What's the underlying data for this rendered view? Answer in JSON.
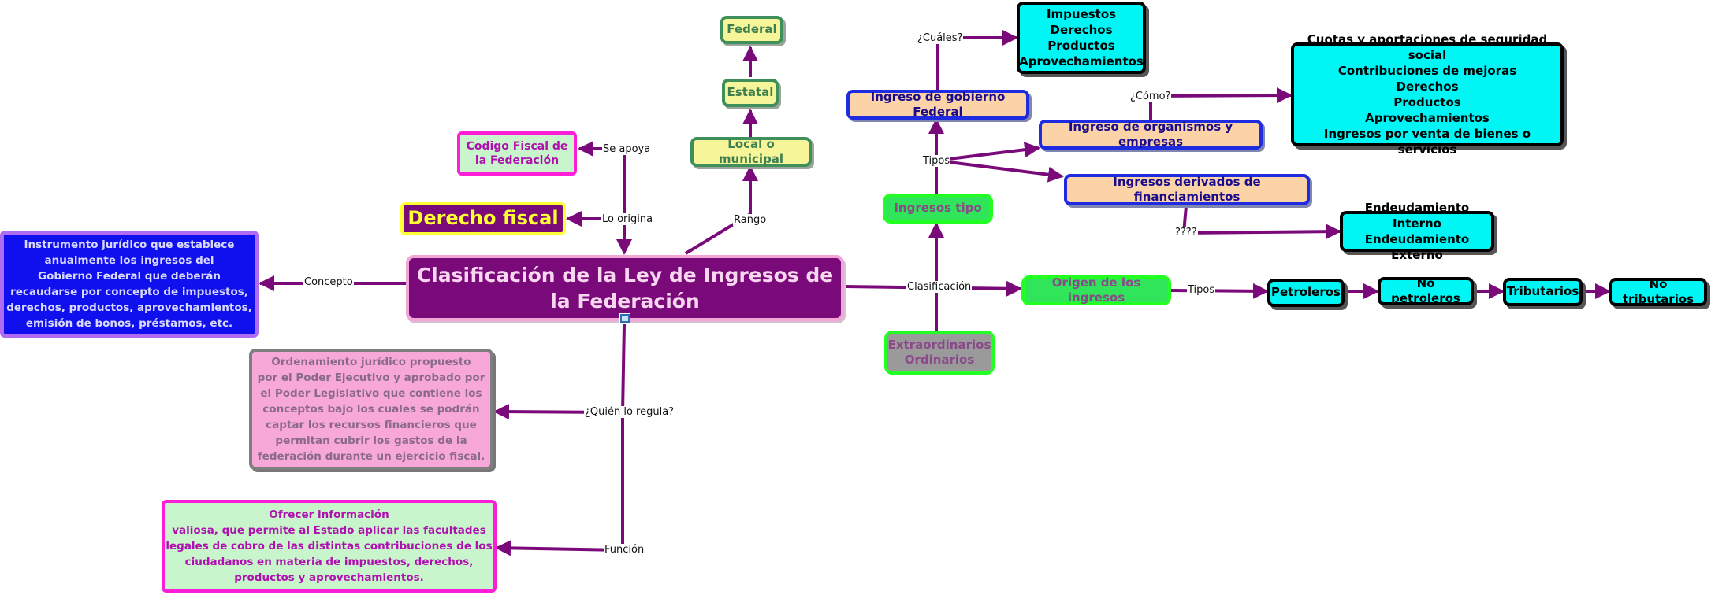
{
  "central": {
    "title": "Clasificación de la Ley de Ingresos de la Federación"
  },
  "nodes": {
    "federal": "Federal",
    "estatal": "Estatal",
    "local": "Local o municipal",
    "codigo": "Codigo Fiscal de\nla Federación",
    "derecho": "Derecho fiscal",
    "concepto_def": "Instrumento jurídico que establece\nanualmente los ingresos del\nGobierno Federal que deberán\nrecaudarse por concepto de impuestos,\nderechos, productos, aprovechamientos,\nemisión de bonos, préstamos, etc.",
    "ordenamiento": "Ordenamiento jurídico propuesto\npor el Poder Ejecutivo y aprobado por\nel Poder Legislativo que contiene los\nconceptos bajo los cuales se podrán\ncaptar los recursos financieros que\npermitan cubrir los gastos de la\nfederación durante un ejercicio fiscal.",
    "funcion_def": "Ofrecer información\nvaliosa, que permite al Estado aplicar las facultades\nlegales de cobro de las distintas contribuciones de los\nciudadanos en materia de impuestos, derechos,\nproductos y aprovechamientos.",
    "gobierno_federal": "Ingreso de gobierno Federal",
    "impuestos_list": "Impuestos\nDerechos\nProductos\nAprovechamientos",
    "organismos": "Ingreso de organismos y empresas",
    "cuotas_list": "Cuotas y aportaciones de seguridad social\nContribuciones de mejoras\nDerechos\nProductos\nAprovechamientos\nIngresos por venta de bienes o servicios",
    "financiamientos": "Ingresos derivados de financiamientos",
    "endeudamiento": "Endeudamiento Interno\nEndeudamiento Externo",
    "ingresos_tipo": "Ingresos tipo",
    "origen": "Origen de los ingresos",
    "extraordinarios": "Extraordinarios\nOrdinarios",
    "petroleros": "Petroleros",
    "no_petroleros": "No petroleros",
    "tributarios": "Tributarios",
    "no_tributarios": "No tributarios"
  },
  "labels": {
    "se_apoya": "Se apoya",
    "lo_origina": "Lo origina",
    "rango": "Rango",
    "concepto": "Concepto",
    "quien_regula": "¿Quién lo regula?",
    "funcion": "Función",
    "clasificacion": "Clasificación",
    "tipos_1": "Tipos",
    "tipos_2": "Tipos",
    "cuales": "¿Cuáles?",
    "como": "¿Cómo?",
    "qqqq": "????"
  },
  "colors": {
    "link": "#7a0a7a",
    "central_fill": "#7a0a7a",
    "central_border": "#f2a6d8",
    "cyan": "#00f5f5",
    "orange": "#fbd3a6",
    "yellow": "#f7f59a",
    "green": "#30e55a"
  }
}
